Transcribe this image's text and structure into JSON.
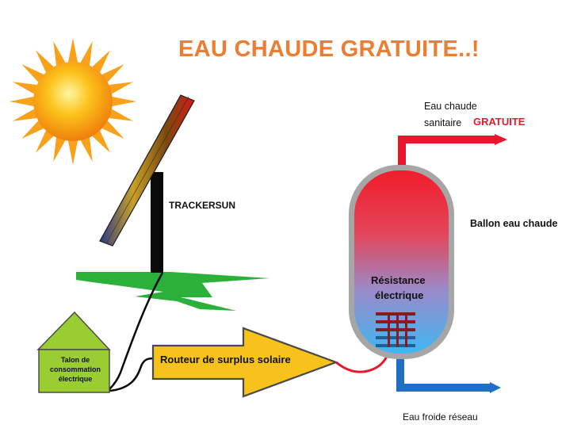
{
  "title": "EAU CHAUDE GRATUITE..!",
  "labels": {
    "tracker": "TRACKERSUN",
    "hot_water_line1": "Eau chaude",
    "hot_water_line2": "sanitaire",
    "hot_water_free": "GRATUITE",
    "tank": "Ballon  eau chaude",
    "resistance_line1": "Résistance",
    "resistance_line2": "électrique",
    "router": "Routeur de surplus solaire",
    "cold_water": "Eau froide réseau",
    "house_line1": "Talon de",
    "house_line2": "consommation",
    "house_line3": "électrique"
  },
  "colors": {
    "title": "#ed7d31",
    "free_text": "#e8172b",
    "hot_pipe": "#e8172b",
    "cold_pipe": "#1f6fc5",
    "arrow": "#f7c21c",
    "house": "#9acd32",
    "grid_bolt": "#2bb03a",
    "sun": "#f9a11b"
  },
  "icons": {
    "sun": "sun-icon",
    "panel": "solar-panel-icon",
    "bolt": "lightning-bolt-icon",
    "house": "house-icon",
    "tank": "water-heater-tank-icon"
  }
}
